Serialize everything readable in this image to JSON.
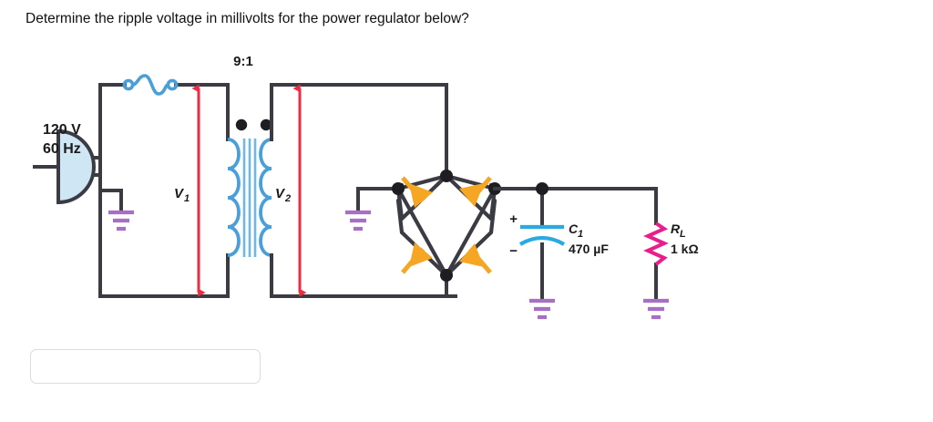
{
  "question": {
    "text": "Determine the ripple voltage in millivolts for the power regulator below?"
  },
  "answer": {
    "value": "",
    "placeholder": ""
  },
  "colors": {
    "wire": "#3b3b44",
    "coil": "#4a9fd8",
    "core": "#6fb7e8",
    "plug_fill": "#cfe6f5",
    "ground": "#a96fc4",
    "diode": "#f5a623",
    "arrow": "#ef2b41",
    "capacitor": "#29abe2",
    "resistor": "#e91e8c",
    "node": "#1d1d22",
    "input_border": "#dcdcdc"
  },
  "circuit": {
    "source": {
      "voltage_label": "120 V",
      "frequency_label": "60 Hz",
      "plug_icon": "ac-plug-icon",
      "fuse_icon": "fuse-icon"
    },
    "transformer": {
      "ratio_label": "9:1",
      "primary_label": "V",
      "primary_sub": "1",
      "secondary_label": "V",
      "secondary_sub": "2",
      "dot_icon": "polarity-dot-icon"
    },
    "rectifier": {
      "name": "bridge-rectifier",
      "diode_count": 4,
      "diode_icon": "diode-icon"
    },
    "capacitor": {
      "ref_label": "C",
      "ref_sub": "1",
      "value_label": "470 µF",
      "plus_label": "+",
      "minus_label": "−",
      "icon": "polarized-capacitor-icon"
    },
    "load": {
      "ref_label": "R",
      "ref_sub": "L",
      "value_label": "1 kΩ",
      "icon": "resistor-icon"
    },
    "grounds": [
      {
        "name": "ground-source"
      },
      {
        "name": "ground-rectifier-input"
      },
      {
        "name": "ground-capacitor"
      },
      {
        "name": "ground-load"
      }
    ]
  }
}
